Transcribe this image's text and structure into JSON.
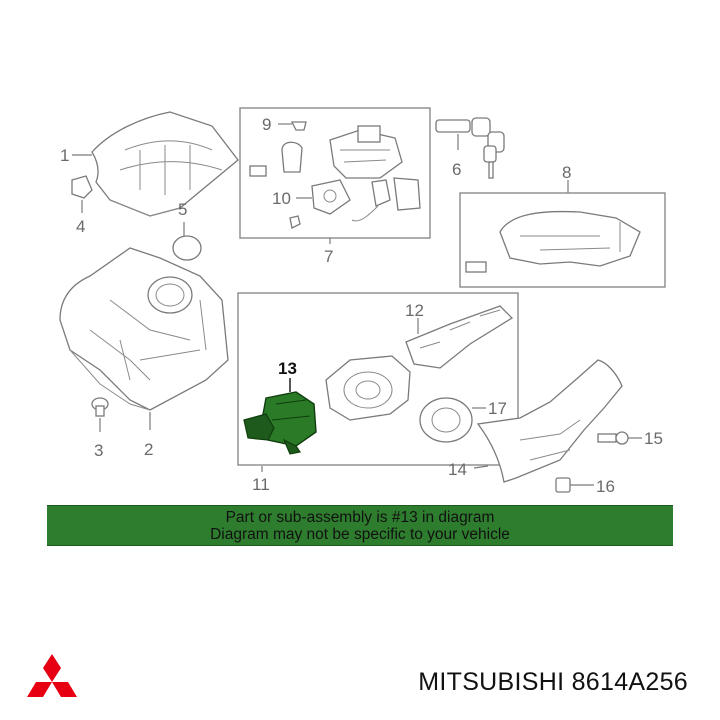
{
  "callouts": {
    "c1": "1",
    "c2": "2",
    "c3": "3",
    "c4": "4",
    "c5": "5",
    "c6": "6",
    "c7": "7",
    "c8": "8",
    "c9": "9",
    "c10": "10",
    "c11": "11",
    "c12": "12",
    "c13": "13",
    "c14": "14",
    "c15": "15",
    "c16": "16",
    "c17": "17"
  },
  "highlight_color": "#2e7d2e",
  "banner": {
    "line1": "Part or sub-assembly is #13 in diagram",
    "line2": "Diagram may not be specific to your vehicle"
  },
  "logo": {
    "icon": "three-diamond-logo-icon",
    "color": "#e60012"
  },
  "footer": {
    "brand": "MITSUBISHI",
    "part_number": "8614A256"
  }
}
